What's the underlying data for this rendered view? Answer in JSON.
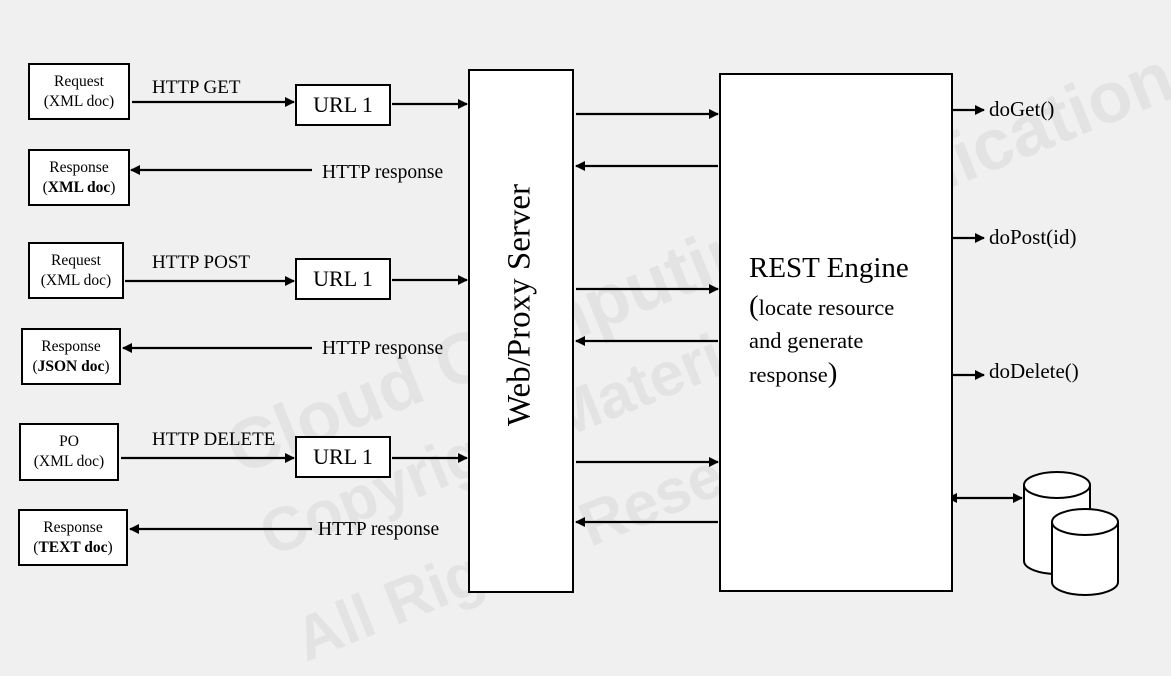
{
  "watermark": {
    "line1": "Cloud Computing Application",
    "line2": "Copyright Material",
    "line3": "All Rights Reserved"
  },
  "requests": [
    {
      "line1": "Request",
      "line2": "(XML doc)",
      "method": "HTTP GET",
      "url": "URL 1"
    },
    {
      "line1": "Request",
      "line2": "(XML doc)",
      "method": "HTTP POST",
      "url": "URL 1"
    },
    {
      "line1": "PO",
      "line2": "(XML doc)",
      "method": "HTTP DELETE",
      "url": "URL 1"
    }
  ],
  "responses": [
    {
      "line1": "Response",
      "format": "XML doc",
      "label": "HTTP response"
    },
    {
      "line1": "Response",
      "format": "JSON doc",
      "label": "HTTP response"
    },
    {
      "line1": "Response",
      "format": "TEXT doc",
      "label": "HTTP response"
    }
  ],
  "proxy": {
    "label": "Web/Proxy Server"
  },
  "engine": {
    "title": "REST Engine",
    "desc_line1": "locate resource",
    "desc_line2": "and generate",
    "desc_line3": "response"
  },
  "methods": [
    "doGet()",
    "doPost(id)",
    "doDelete()"
  ]
}
